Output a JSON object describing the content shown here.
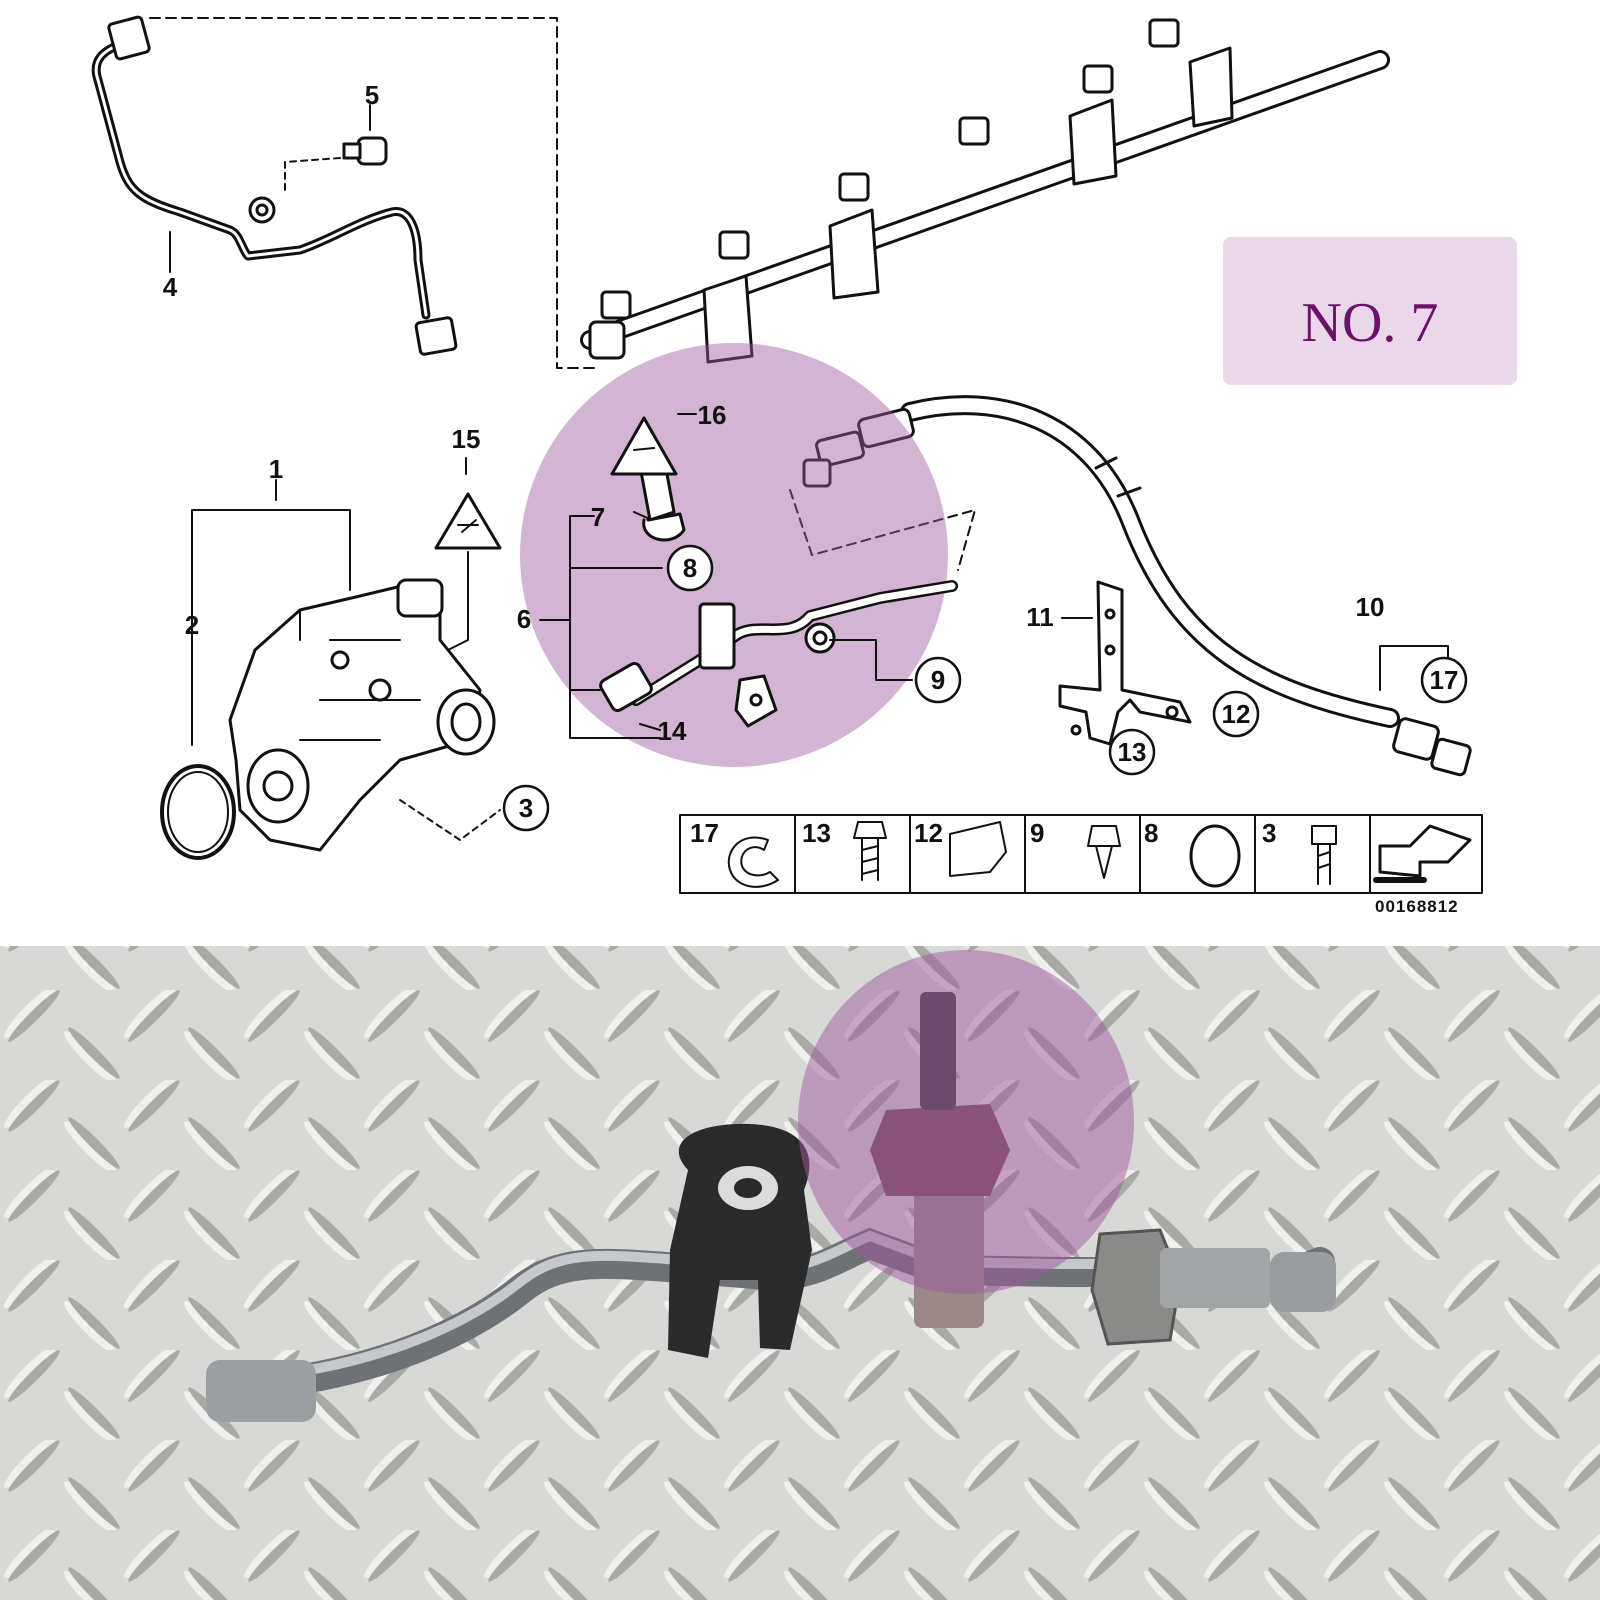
{
  "badge": {
    "text": "NO. 7",
    "bg": "#ead7ea",
    "color": "#6a1266"
  },
  "highlight_color": "#9b5a9b",
  "callouts": [
    "1",
    "2",
    "3",
    "4",
    "5",
    "6",
    "7",
    "8",
    "9",
    "10",
    "11",
    "12",
    "13",
    "14",
    "15",
    "16",
    "17"
  ],
  "legend": {
    "cells": [
      "17",
      "13",
      "12",
      "9",
      "8",
      "3"
    ]
  },
  "diagram_code": "00168812",
  "photo": {
    "description_icon": "fuel-pipe-photo"
  }
}
